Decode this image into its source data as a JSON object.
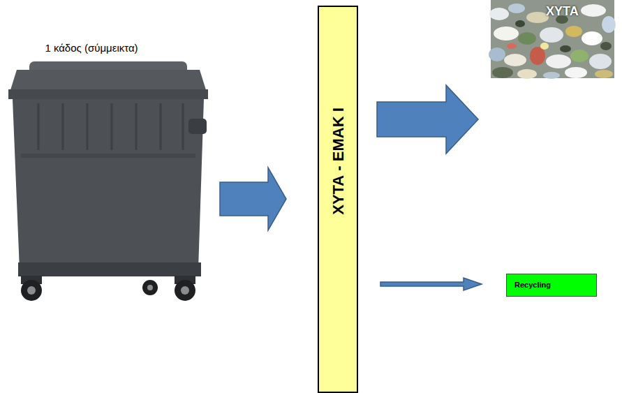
{
  "diagram": {
    "nodes": [
      {
        "text": [
          "1 κάδος (σύμμεικτα)"
        ]
      },
      {
        "text": [
          "ΧΥΤΑ - ΕΜΑΚ Ι"
        ]
      },
      {
        "text": [
          "ΧΥΤΑ"
        ]
      },
      {
        "text": [
          "Recycling"
        ]
      }
    ],
    "edges": [
      {
        "from": 0,
        "to": 1,
        "arrow": "to"
      },
      {
        "from": 1,
        "to": 2,
        "arrow": "to"
      },
      {
        "from": 1,
        "to": 3,
        "arrow": "to"
      }
    ]
  }
}
